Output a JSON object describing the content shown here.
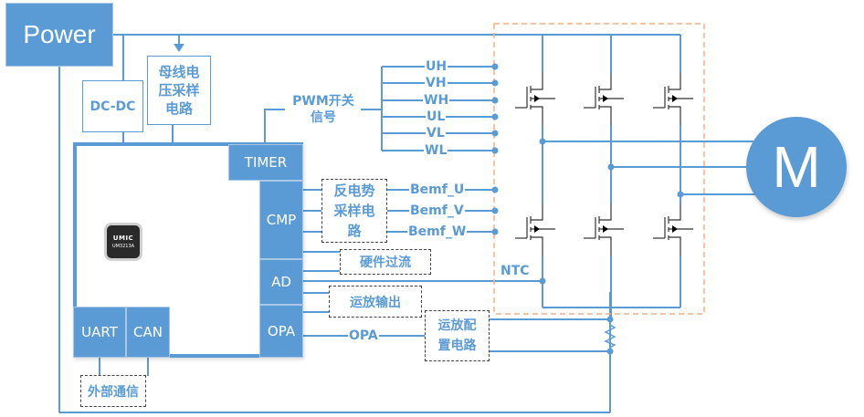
{
  "title": "BLDC motor control block diagram (UM3213A)",
  "colors": {
    "accent": "#5b9bd5",
    "dashed_border": "#404040",
    "inverter_boundary": "#f4b183",
    "mosfet": "#333333"
  },
  "power": {
    "label": "Power"
  },
  "dcdc": {
    "label": "DC-DC"
  },
  "bus_voltage_sampling": {
    "lines": [
      "母线电",
      "压采样",
      "电路"
    ]
  },
  "mcu": {
    "chip": {
      "brand": "UMIC",
      "part": "UM3213A"
    },
    "peripherals": {
      "timer": "TIMER",
      "cmp": "CMP",
      "ad": "AD",
      "opa": "OPA",
      "uart": "UART",
      "can": "CAN"
    }
  },
  "pwm": {
    "label_lines": [
      "PWM开关",
      "信号"
    ],
    "signals": [
      "UH",
      "VH",
      "WH",
      "UL",
      "VL",
      "WL"
    ]
  },
  "bemf": {
    "circuit_lines": [
      "反电势",
      "采样电",
      "路"
    ],
    "signals": [
      "Bemf_U",
      "Bemf_V",
      "Bemf_W"
    ]
  },
  "hw_overcurrent": {
    "label": "硬件过流"
  },
  "opamp_output": {
    "label": "运放输出"
  },
  "opamp_config": {
    "lines": [
      "运放配",
      "置电路"
    ]
  },
  "opa_signal": {
    "label": "OPA"
  },
  "ntc": {
    "label": "NTC"
  },
  "external_comm": {
    "label": "外部通信"
  },
  "motor": {
    "label": "M"
  }
}
